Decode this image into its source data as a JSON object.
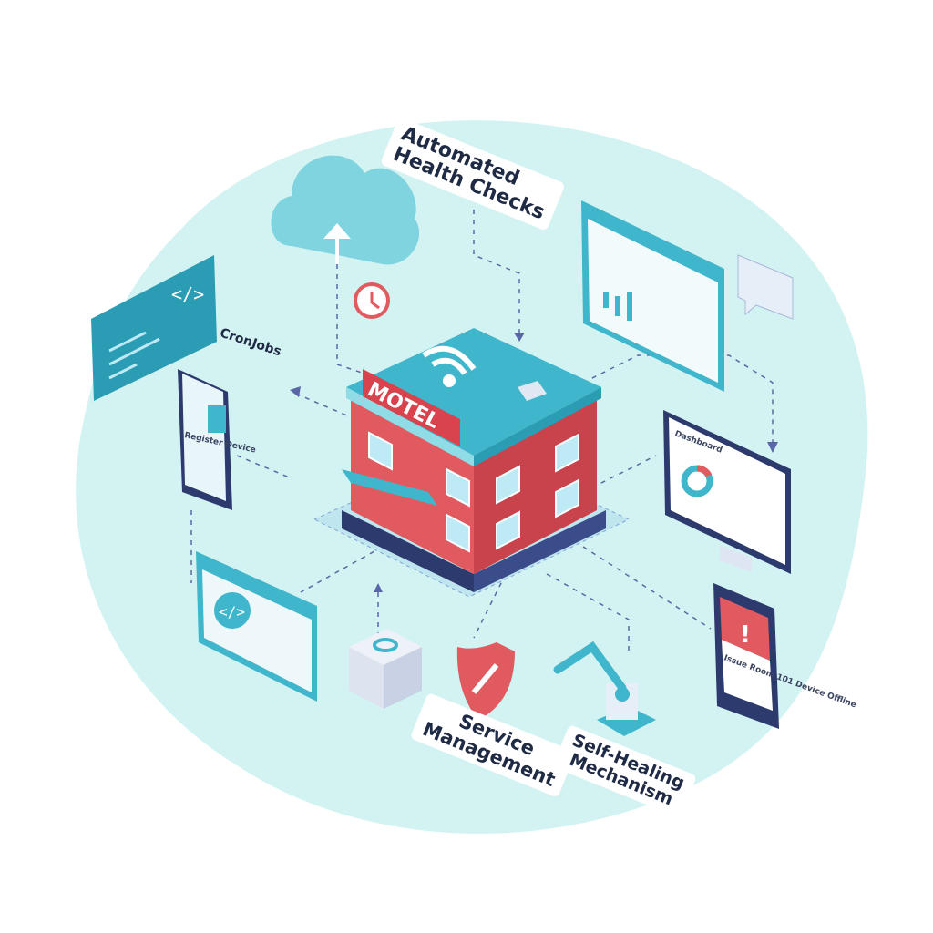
{
  "labels": {
    "health_checks": "Automated\nHealth Checks",
    "cronjobs": "CronJobs",
    "service_management": "Service\nManagement",
    "self_healing": "Self-Healing\nMechanism"
  },
  "building": {
    "sign": "MOTEL"
  },
  "devices": {
    "phone_left_text": "Register Device",
    "monitor_title": "Dashboard",
    "phone_alert_text": "Issue Room 101 Device Offline"
  },
  "icons": [
    "cloud-upload-icon",
    "clock-icon",
    "code-window-icon",
    "wifi-icon",
    "chat-bubble-icon",
    "shield-wrench-icon",
    "robot-arm-icon",
    "server-box-icon",
    "alert-icon",
    "donut-chart-icon"
  ],
  "colors": {
    "background_blob": "#d3f3f3",
    "teal": "#3fb6cc",
    "building_red": "#e05a5f",
    "navy": "#2c3a6e",
    "arrow": "#5a67a6"
  }
}
